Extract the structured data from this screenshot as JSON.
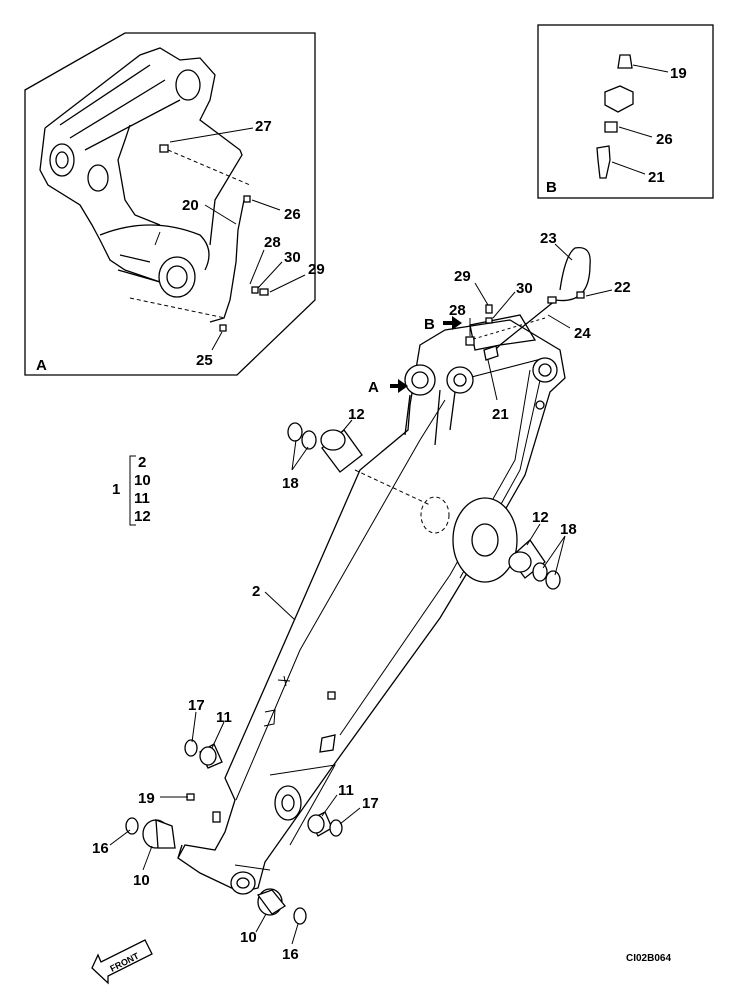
{
  "drawing": {
    "code": "CI02B064",
    "front_label": "FRONT"
  },
  "detail_a": {
    "label": "A",
    "callouts": [
      "27",
      "26",
      "20",
      "28",
      "30",
      "29",
      "25"
    ]
  },
  "detail_b": {
    "label": "B",
    "callouts": [
      "19",
      "26",
      "21"
    ]
  },
  "main_view": {
    "pointer_a": "A",
    "pointer_b": "B",
    "callouts": [
      "23",
      "22",
      "29",
      "30",
      "24",
      "28",
      "21",
      "12",
      "18",
      "12",
      "18",
      "2",
      "17",
      "11",
      "19",
      "11",
      "17",
      "16",
      "10",
      "10",
      "16"
    ]
  },
  "kit": {
    "label": "1",
    "members": [
      "2",
      "10",
      "11",
      "12"
    ]
  }
}
